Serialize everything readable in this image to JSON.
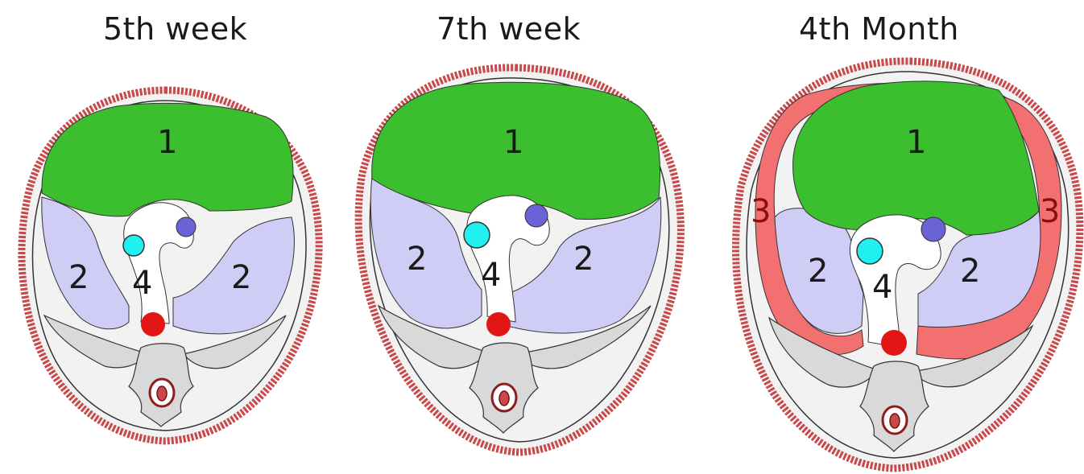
{
  "panels": [
    {
      "title": "5th week",
      "labels": {
        "one": "1",
        "two_left": "2",
        "two_right": "2",
        "four": "4"
      }
    },
    {
      "title": "7th week",
      "labels": {
        "one": "1",
        "two_left": "2",
        "two_right": "2",
        "four": "4"
      }
    },
    {
      "title": "4th Month",
      "labels": {
        "one": "1",
        "two_left": "2",
        "two_right": "2",
        "four": "4",
        "three_left": "3",
        "three_right": "3"
      }
    }
  ],
  "colors": {
    "body_wall": "#c8494b",
    "cavity": "#f2f2f2",
    "region_1": "#3cbf2e",
    "region_2": "#cfccf6",
    "region_3": "#f27070",
    "circle_cyan": "#20f0f0",
    "circle_blue": "#6a63d6",
    "circle_red": "#e31616",
    "skeleton": "#d9d9d9",
    "outline": "#333333"
  }
}
